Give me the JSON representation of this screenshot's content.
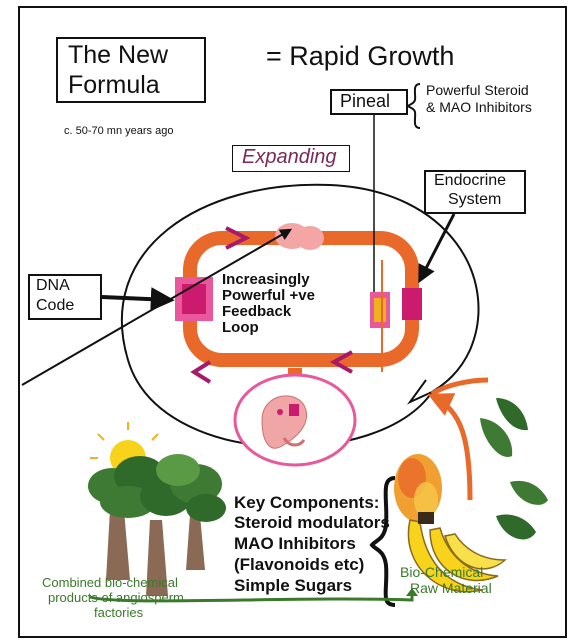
{
  "title_box": {
    "line1": "The New",
    "line2": "Formula"
  },
  "equals_text": "= Rapid Growth",
  "era_text": "c. 50-70 mn years ago",
  "pineal": {
    "label": "Pineal",
    "note_line1": "Powerful Steroid",
    "note_line2": "& MAO Inhibitors"
  },
  "expanding_label": "Expanding",
  "endocrine": {
    "line1": "Endocrine",
    "line2": "System"
  },
  "dna": {
    "line1": "DNA",
    "line2": "Code"
  },
  "loop_label": {
    "line1": "Increasingly",
    "line2": "Powerful +ve",
    "line3": "Feedback",
    "line4": "Loop"
  },
  "key_components": {
    "line1": "Key Components:",
    "line2": "Steroid modulators",
    "line3": "MAO Inhibitors",
    "line4": "(Flavonoids etc)",
    "line5": "Simple Sugars"
  },
  "angiosperm_label": {
    "line1": "Combined bio-chemical",
    "line2": "products of angiosperm",
    "line3": "factories"
  },
  "raw_material": {
    "line1": "Bio-Chemical",
    "line2": "Raw Material"
  },
  "colors": {
    "loop": "#e8692a",
    "magenta": "#cc1a6e",
    "pink_block": "#e8589a",
    "green_text": "#3a7a2a",
    "expanding_text": "#7a2a5a"
  },
  "icons": [
    "sun-icon",
    "tree-icon",
    "mango-icon",
    "banana-icon",
    "leaf-icon",
    "embryo-icon",
    "brain-icon"
  ]
}
